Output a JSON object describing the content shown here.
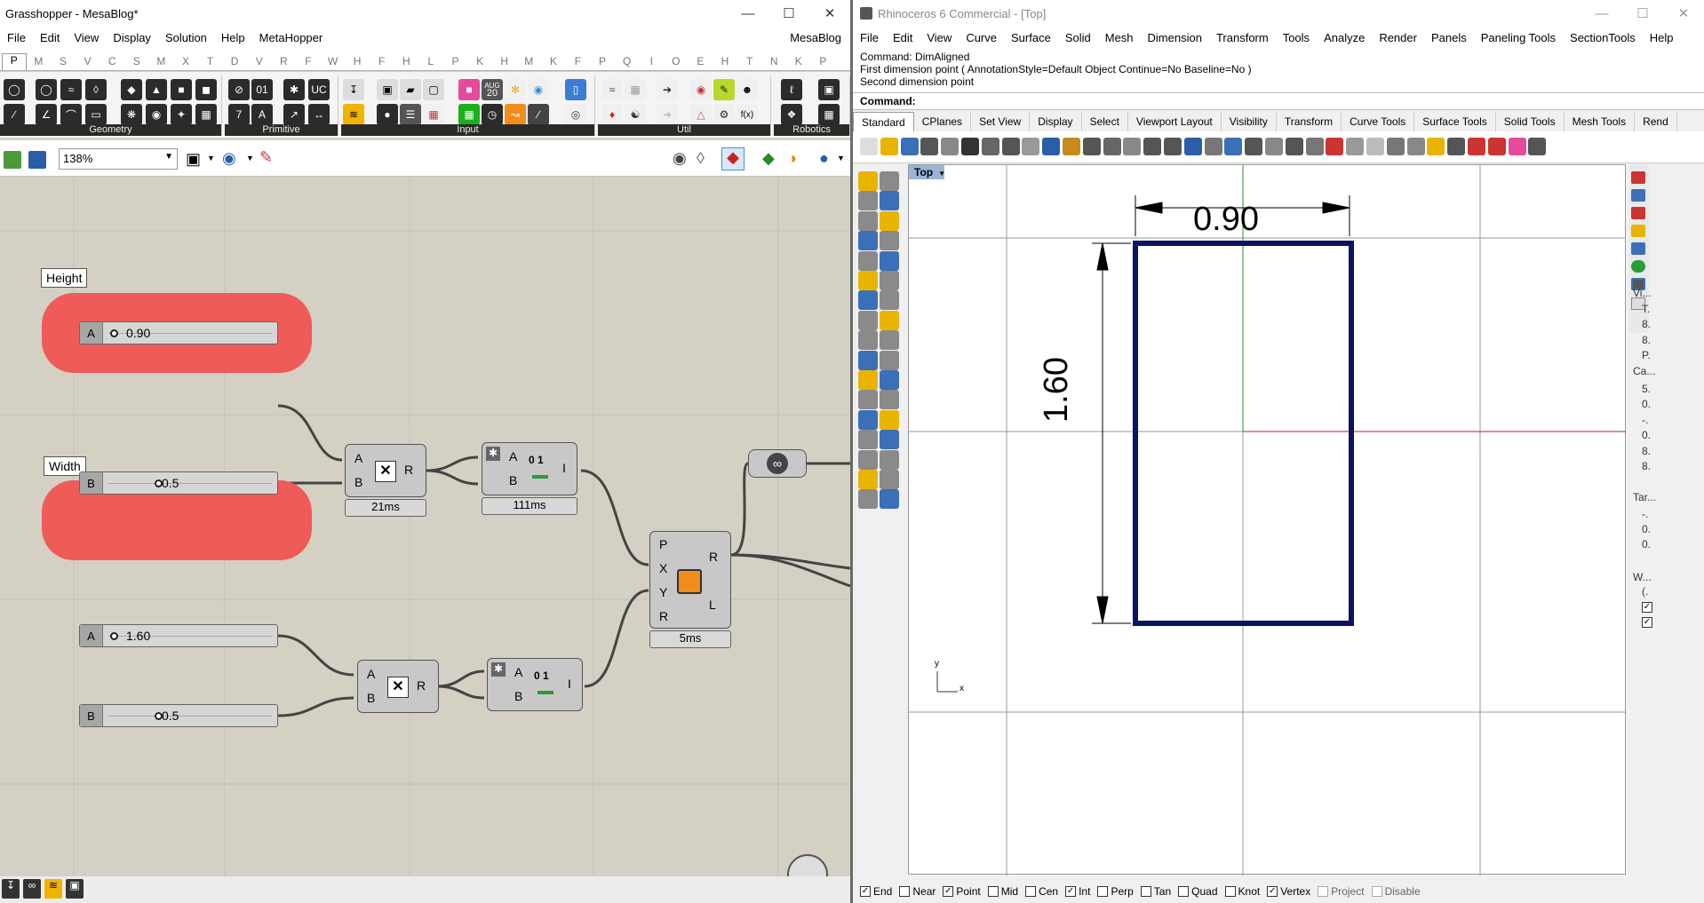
{
  "grasshopper": {
    "title": "Grasshopper - MesaBlog*",
    "menu": [
      "File",
      "Edit",
      "View",
      "Display",
      "Solution",
      "Help",
      "MetaHopper"
    ],
    "menu_right": "MesaBlog",
    "tab_letters": [
      "P",
      "M",
      "S",
      "V",
      "C",
      "S",
      "M",
      "X",
      "T",
      "D",
      "V",
      "R",
      "F",
      "W",
      "H",
      "F",
      "H",
      "L",
      "P",
      "K",
      "H",
      "M",
      "K",
      "F",
      "P",
      "Q",
      "I",
      "O",
      "E",
      "H",
      "T",
      "N",
      "K",
      "P"
    ],
    "ribbon_groups": [
      "Geometry",
      "Primitive",
      "Input",
      "Util",
      "Robotics"
    ],
    "ribbon_icon_aug": "AUG",
    "ribbon_icon_20": "20",
    "zoom": "138%",
    "groups": {
      "height_label": "Height",
      "width_label": "Width"
    },
    "sliders": [
      {
        "cap": "A",
        "value": "0.90",
        "fraction": 0.0
      },
      {
        "cap": "B",
        "value": "0.5",
        "fraction": 0.5
      },
      {
        "cap": "A",
        "value": "1.60",
        "fraction": 0.0
      },
      {
        "cap": "B",
        "value": "0.5",
        "fraction": 0.5
      }
    ],
    "components": {
      "mult1": {
        "a": "A",
        "b": "B",
        "r": "R",
        "timer": "21ms"
      },
      "mult2": {
        "a": "A",
        "b": "B",
        "r": "R"
      },
      "range1": {
        "a": "A",
        "b": "B",
        "i": "I",
        "label": "0 1",
        "timer": "111ms"
      },
      "range2": {
        "a": "A",
        "b": "B",
        "i": "I",
        "label": "0 1"
      },
      "rect": {
        "p": "P",
        "x": "X",
        "y": "Y",
        "r": "R",
        "out_r": "R",
        "out_l": "L",
        "timer": "5ms"
      }
    }
  },
  "rhino": {
    "title": "Rhinoceros 6 Commercial - [Top]",
    "menu": [
      "File",
      "Edit",
      "View",
      "Curve",
      "Surface",
      "Solid",
      "Mesh",
      "Dimension",
      "Transform",
      "Tools",
      "Analyze",
      "Render",
      "Panels",
      "Paneling Tools",
      "SectionTools",
      "Help"
    ],
    "history": [
      "Command: DimAligned",
      "First dimension point ( AnnotationStyle=Default  Object  Continue=No  Baseline=No )",
      "Second dimension point"
    ],
    "command_label": "Command:",
    "tabs": [
      "Standard",
      "CPlanes",
      "Set View",
      "Display",
      "Select",
      "Viewport Layout",
      "Visibility",
      "Transform",
      "Curve Tools",
      "Surface Tools",
      "Solid Tools",
      "Mesh Tools",
      "Rend"
    ],
    "viewport_name": "Top",
    "dim_width": "0.90",
    "dim_height": "1.60",
    "axis_x": "x",
    "axis_y": "y",
    "osnaps": [
      {
        "label": "End",
        "checked": true,
        "enabled": true
      },
      {
        "label": "Near",
        "checked": false,
        "enabled": true
      },
      {
        "label": "Point",
        "checked": true,
        "enabled": true
      },
      {
        "label": "Mid",
        "checked": false,
        "enabled": true
      },
      {
        "label": "Cen",
        "checked": false,
        "enabled": true
      },
      {
        "label": "Int",
        "checked": true,
        "enabled": true
      },
      {
        "label": "Perp",
        "checked": false,
        "enabled": true
      },
      {
        "label": "Tan",
        "checked": false,
        "enabled": true
      },
      {
        "label": "Quad",
        "checked": false,
        "enabled": true
      },
      {
        "label": "Knot",
        "checked": false,
        "enabled": true
      },
      {
        "label": "Vertex",
        "checked": true,
        "enabled": true
      },
      {
        "label": "Project",
        "checked": false,
        "enabled": false
      },
      {
        "label": "Disable",
        "checked": false,
        "enabled": false
      }
    ],
    "panel_labels": [
      "Vi...",
      "T.",
      "8.",
      "8.",
      "P.",
      "Ca...",
      "5.",
      "0.",
      "-.",
      "0.",
      "8.",
      "8.",
      "Tar...",
      "-.",
      "0.",
      "0.",
      "W...",
      "(."
    ]
  },
  "colors": {
    "group_red": "#ef5b59",
    "rect_stroke": "#0b1262",
    "axis_green": "#2e8b2e",
    "axis_red": "#a52a2a"
  }
}
